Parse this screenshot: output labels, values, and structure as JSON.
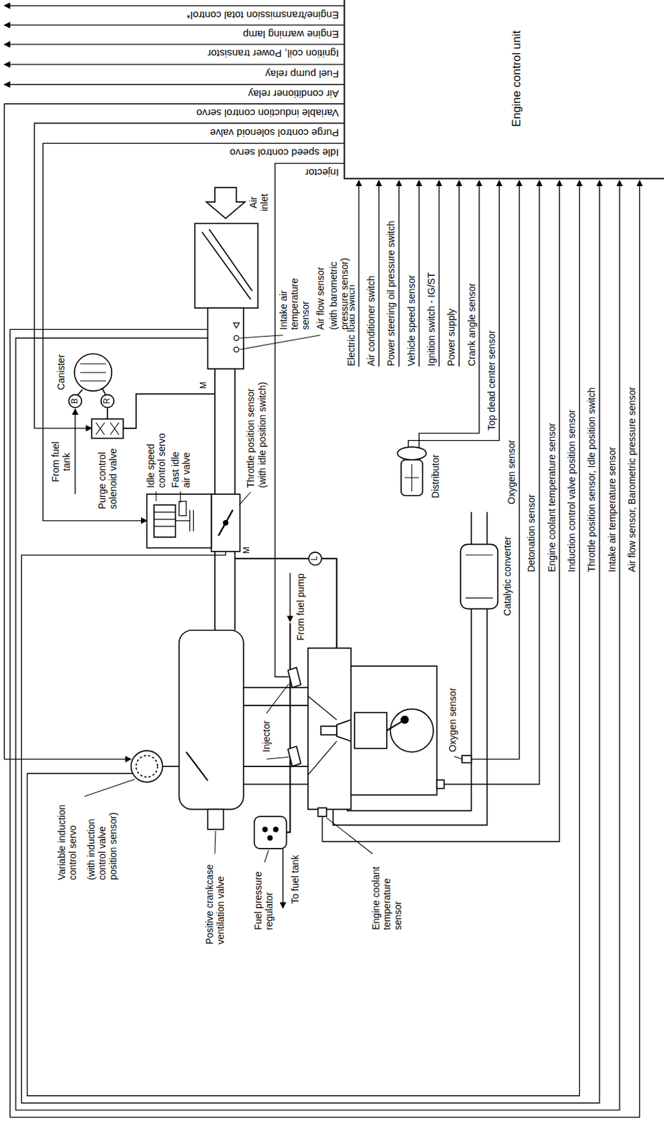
{
  "diagram": {
    "nodes": [
      {
        "text": [
          "Engine control unit"
        ]
      }
    ],
    "labels": [
      "Engine/transmission total control*",
      "Engine warning lamp",
      "Ignition coil, Power transistor",
      "Fuel pump relay",
      "Air conditioner relay",
      "Variable induction control servo",
      "Purge control solenoid valve",
      "Idle speed control servo",
      "Injector",
      "Electric load switch",
      "Air conditioner switch",
      "Power steering oil pressure switch",
      "Vehicle speed sensor",
      "Ignition switch - IG/ST",
      "Power supply",
      "Crank angle sensor",
      "Top dead center sensor",
      "Oxygen sensor",
      "Detonation sensor",
      "Engine coolant temperature sensor",
      "Induction control valve position sensor",
      "Throttle position sensor, Idle position switch",
      "Intake air temperature sensor",
      "Air flow sensor, Barometric pressure sensor",
      "Air inlet",
      "Intake air temperature sensor",
      "Air flow sensor",
      "(with barometric pressure sensor)",
      "Idle speed control servo",
      "Fast idle air valve",
      "Throttle position sensor",
      "(with idle position switch)",
      "Canister",
      "B",
      "R",
      "From fuel tank",
      "Purge control solenoid valve",
      "M",
      "M",
      "L",
      "From fuel pump",
      "Injector",
      "Distributor",
      "Oxygen sensor",
      "Catalytic converter",
      "Variable induction control servo",
      "(with induction control valve position sensor)",
      "Positive crankcase ventilation valve",
      "Fuel pressure regulator",
      "To fuel tank",
      "Engine coolant temperature sensor"
    ]
  }
}
